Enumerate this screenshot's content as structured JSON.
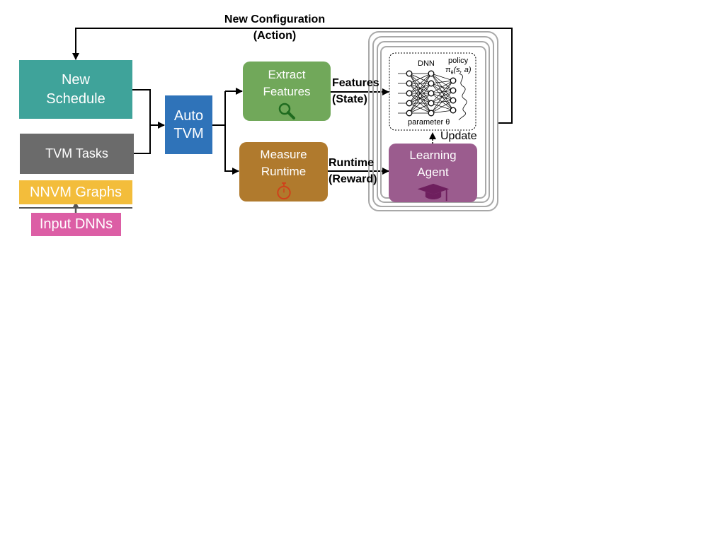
{
  "action_label": {
    "line1": "New Configuration",
    "line2": "(Action)"
  },
  "nodes": {
    "new_schedule": {
      "line1": "New",
      "line2": "Schedule"
    },
    "tvm_tasks": "TVM Tasks",
    "nnvm_graphs": "NNVM Graphs",
    "input_dnns": "Input DNNs",
    "autotvm": {
      "line1": "Auto",
      "line2": "TVM"
    },
    "extract_features": {
      "line1": "Extract",
      "line2": "Features"
    },
    "measure_runtime": {
      "line1": "Measure",
      "line2": "Runtime"
    },
    "learning_agent": {
      "line1": "Learning",
      "line2": "Agent"
    }
  },
  "edges": {
    "features": {
      "line1": "Features",
      "line2": "(State)"
    },
    "runtime": {
      "line1": "Runtime",
      "line2": "(Reward)"
    },
    "update": "Update"
  },
  "dnn_panel": {
    "title": "DNN",
    "policy": "policy",
    "policy_symbol": "π",
    "policy_sub": "θ",
    "policy_args": "(s, a)",
    "parameter": "parameter θ"
  },
  "colors": {
    "new_schedule": "#3fa39a",
    "tvm_tasks": "#6b6b6b",
    "nnvm_graphs": "#f3bd3b",
    "input_dnns": "#dc5ea5",
    "autotvm": "#2f73b9",
    "extract_features": "#71a85a",
    "measure_runtime": "#b07a2d",
    "learning_agent": "#9b5c8e"
  },
  "icons": [
    "magnifier-icon",
    "stopwatch-icon",
    "graduation-cap-icon"
  ]
}
